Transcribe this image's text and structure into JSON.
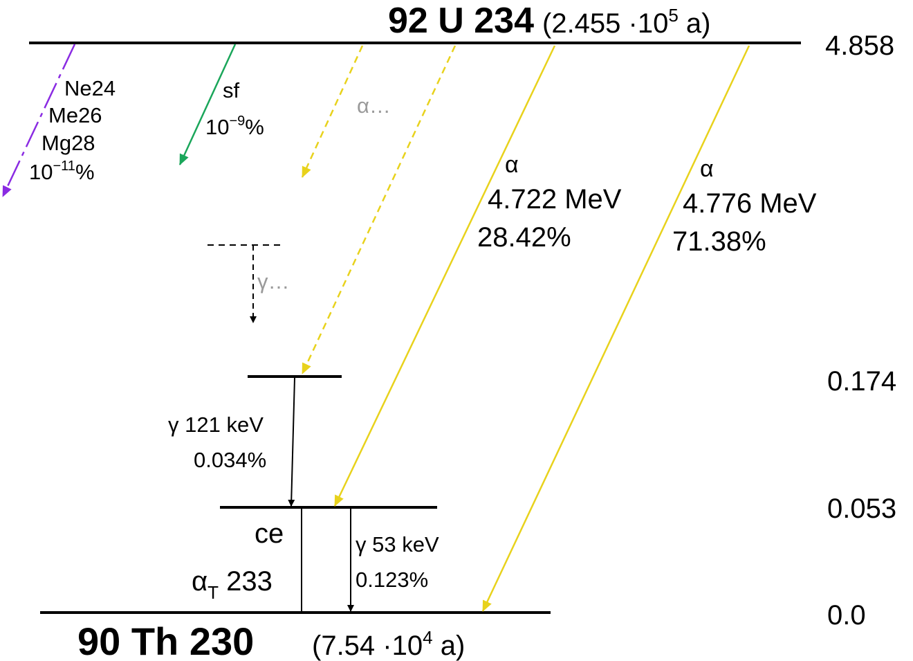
{
  "parent": {
    "label": "92 U 234",
    "halflife_prefix": "(2.455 ·10",
    "halflife_exp": "5",
    "halflife_suffix": " a)"
  },
  "daughter": {
    "label": "90 Th 230",
    "halflife_prefix": "(7.54 ·10",
    "halflife_exp": "4",
    "halflife_suffix": " a)"
  },
  "energies": {
    "e4858": "4.858",
    "e0174": "0.174",
    "e0053": "0.053",
    "e0000": "0.0"
  },
  "cluster": {
    "l1": "Ne24",
    "l2": "Me26",
    "l3": "Mg28",
    "base": "10",
    "exp": "−11",
    "unit": "%"
  },
  "sf": {
    "label": "sf",
    "base": "10",
    "exp": "−9",
    "unit": "%"
  },
  "alpha_other": {
    "label": "α…"
  },
  "gamma_other": {
    "label": "γ…"
  },
  "alpha1": {
    "symbol": "α",
    "energy": "4.722 MeV",
    "intensity": "28.42%"
  },
  "alpha2": {
    "symbol": "α",
    "energy": "4.776 MeV",
    "intensity": "71.38%"
  },
  "gamma121": {
    "energy": "γ 121 keV",
    "intensity": "0.034%"
  },
  "gamma53": {
    "energy": "γ 53 keV",
    "intensity": "0.123%"
  },
  "ce": {
    "label": "ce",
    "coef_symbol": "α",
    "coef_sub": "T",
    "coef_value": " 233"
  },
  "colors": {
    "alpha": "#e8d21c",
    "sf": "#1aa65a",
    "cluster": "#8a2be2",
    "grey": "#9a9a9a"
  }
}
